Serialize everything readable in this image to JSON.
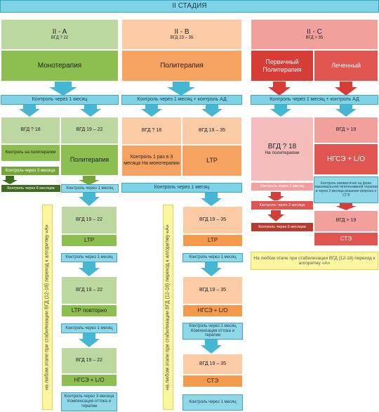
{
  "header": {
    "title": "II СТАДИЯ"
  },
  "colA": {
    "title": "II - A",
    "sub": "ВГД ? 22",
    "therapy": "Монотерапия",
    "control1": "Контроль через 1 месяц",
    "iop_low": "ВГД ? 18",
    "iop_high": "ВГД 19 – 22",
    "on_poly": "Контроль на политерапии",
    "poly": "Политерапия",
    "ctrl3": "Контроль через 3 месяца",
    "ctrl6": "Контроль через 6 месяцев",
    "ctrl1b": "Контроль через 1 месяц",
    "s1_iop": "ВГД 19 – 22",
    "s1_tx": "LTP",
    "s1_ctrl": "Контроль через 1 месяц",
    "s2_iop": "ВГД 19 – 22",
    "s2_tx": "LTP повторно",
    "s2_ctrl": "Контроль через 1 месяц",
    "s3_iop": "ВГД 19 – 22",
    "s3_tx": "НГСЭ + L/O",
    "s3_ctrl": "Контроль через 3 месяца Компенсация оттока и терапии",
    "side": "на любом этапе при стабилизации ВГД (12-18) переход к алгоритму «А»"
  },
  "colB": {
    "title": "II - B",
    "sub": "ВГД 23 – 35",
    "therapy": "Политерапия",
    "control1": "Контроль через 1 месяц + контроль АД",
    "iop_low": "ВГД ? 18",
    "iop_high": "ВГД 19 – 35",
    "low_text": "Контроль 1 раз в 3 месяца На монотерапии",
    "ltp": "LTP",
    "control2": "Контроль через 1 месяц",
    "s1_iop": "ВГД 19 – 35",
    "s1_tx": "LTP",
    "s1_ctrl": "Контроль через 1 месяц",
    "s2_iop": "ВГД 19 – 35",
    "s2_tx": "НГСЭ + L/O",
    "s2_ctrl": "Контроль через 1 месяц Компенсация оттока и терапии",
    "s3_iop": "ВГД 19 – 35",
    "s3_tx": "СТЭ",
    "s3_ctrl": "Контроль через 1 месяц",
    "side": "на любом этапе при стабилизации ВГД (12-18) переход к алгоритму «А»"
  },
  "colC": {
    "title": "II - C",
    "sub": "ВГД > 35",
    "primary": "Первичный Политерапия",
    "treated": "Леченный",
    "control1": "Контроль через 1 месяц + контроль АД",
    "iop_low": "ВГД ? 18",
    "iop_low_sub": "На политерапии",
    "iop_high": "ВГД > 19",
    "ngse": "НГСЭ + L/O",
    "ctrl_a": "Контроль через 1 месяц",
    "ctrl_b": "Контроль через 3 месяца",
    "ctrl_c": "Контроль через 6 месяцев",
    "note": "Контроль ежемесячно на фоне максимальной гипотензивной терапии и через 3 месяца решение вопроса о СТЭ",
    "iop2": "ВГД > 19",
    "ste": "СТЭ",
    "bottom": "На любом этапе при стабилизации ВГД (12-18) переход к алгоритму «А»"
  },
  "colors": {
    "cyan": "#7fd3e6",
    "green": "#8cbe50",
    "orange": "#f6a261",
    "red": "#e05550",
    "yellow": "#fdf6a0"
  }
}
